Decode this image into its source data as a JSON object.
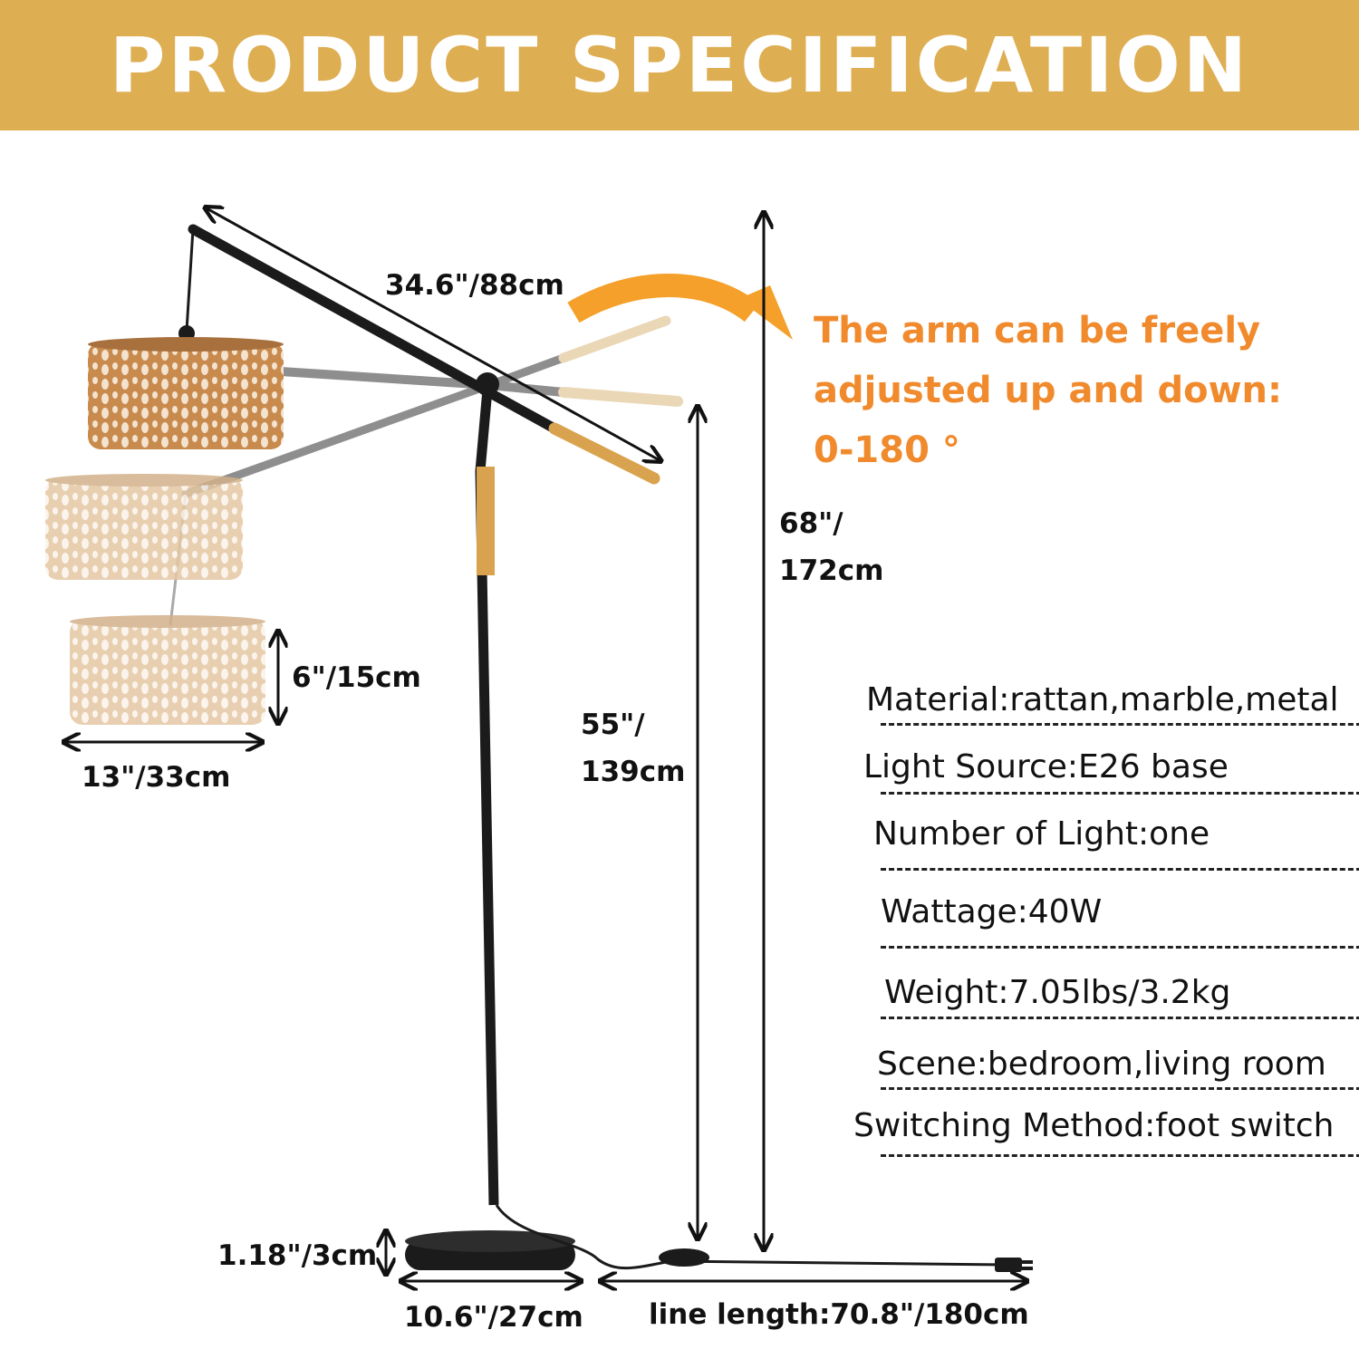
{
  "header": {
    "title": "PRODUCT SPECIFICATION"
  },
  "dimensions": {
    "arm_length": "34.6\"/88cm",
    "total_height": [
      "68\"/",
      "172cm"
    ],
    "pole_height": [
      "55\"/",
      "139cm"
    ],
    "shade_height": "6\"/15cm",
    "shade_diameter": "13\"/33cm",
    "base_height": "1.18\"/3cm",
    "base_diameter": "10.6\"/27cm",
    "line_length": "line length:70.8\"/180cm"
  },
  "arm_note": [
    "The arm can be freely",
    "adjusted up and down:",
    "0-180 °"
  ],
  "specs": [
    "Material:rattan,marble,metal",
    "Light Source:E26 base",
    "Number of Light:one",
    "Wattage:40W",
    "Weight:7.05lbs/3.2kg",
    "Scene:bedroom,living room",
    "Switching Method:foot switch"
  ],
  "colors": {
    "banner": "#deae53",
    "note_text": "#f08a2c",
    "rattan_dark": "#c98a4e",
    "rattan_light": "#ecd3b4",
    "metal": "#1b1b1b",
    "wood": "#d9a24e"
  }
}
